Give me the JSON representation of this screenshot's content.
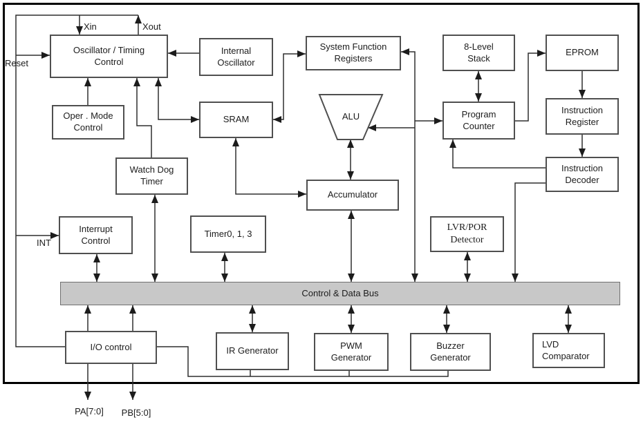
{
  "diagram": {
    "blocks": {
      "oscillator": "Oscillator / Timing\nControl",
      "internal_oscillator": "Internal\nOscillator",
      "system_function_registers": "System Function\nRegisters",
      "stack_8_level": "8-Level\nStack",
      "eprom": "EPROM",
      "oper_mode_control": "Oper . Mode\nControl",
      "sram": "SRAM",
      "alu": "ALU",
      "program_counter": "Program\nCounter",
      "instruction_register": "Instruction\nRegister",
      "watch_dog_timer": "Watch Dog\nTimer",
      "accumulator": "Accumulator",
      "instruction_decoder": "Instruction\nDecoder",
      "interrupt_control": "Interrupt\nControl",
      "timers": "Timer0, 1, 3",
      "lvr_por_detector": "LVR/POR\nDetector",
      "io_control": "I/O control",
      "ir_generator": "IR Generator",
      "pwm_generator": "PWM\nGenerator",
      "buzzer_generator": "Buzzer\nGenerator",
      "lvd_comparator": "LVD\nComparator"
    },
    "bus_label": "Control & Data Bus",
    "pins": {
      "xin": "Xin",
      "xout": "Xout",
      "reset": "Reset",
      "int": "INT",
      "port_a": "PA[7:0]",
      "port_b": "PB[5:0]"
    },
    "colors": {
      "bus_fill": "#c8c8c8",
      "line": "#2e2e2e",
      "box_border": "#4f4f4f",
      "frame": "#000000",
      "background": "#ffffff"
    }
  }
}
